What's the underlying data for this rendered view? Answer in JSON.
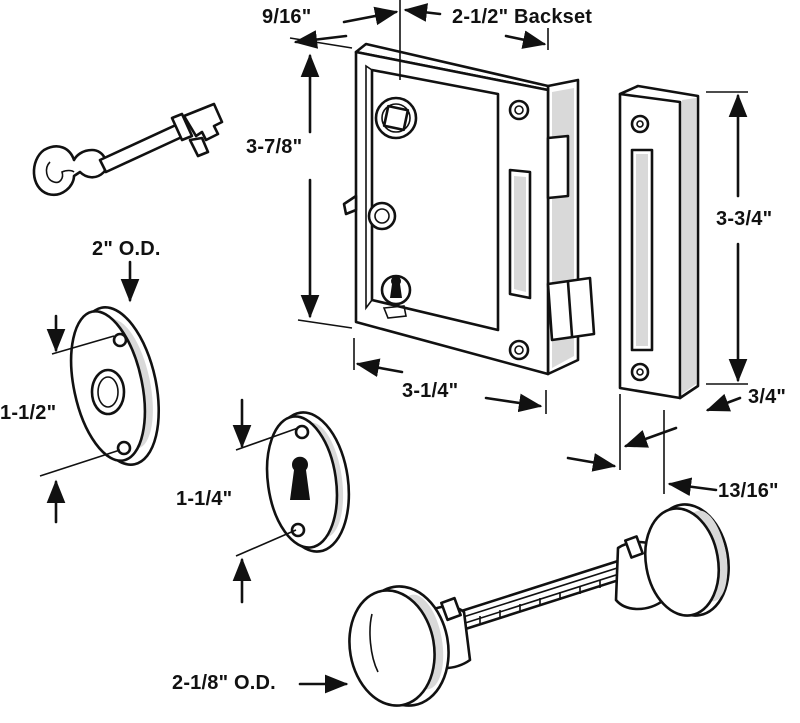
{
  "dimensions": {
    "backset_offset": "9/16\"",
    "backset": "2-1/2\" Backset",
    "case_height": "3-7/8\"",
    "case_width": "3-1/4\"",
    "strike_height": "3-3/4\"",
    "strike_width": "3/4\"",
    "strike_depth": "13/16\"",
    "rose_diameter": "2\" O.D.",
    "rose_hole_spacing": "1-1/2\"",
    "escutcheon_hole_spacing": "1-1/4\"",
    "knob_diameter": "2-1/8\" O.D."
  },
  "parts": [
    "skeleton-key",
    "rim-lock-case",
    "strike-plate",
    "rose-plate",
    "keyhole-escutcheon",
    "knob-set"
  ]
}
